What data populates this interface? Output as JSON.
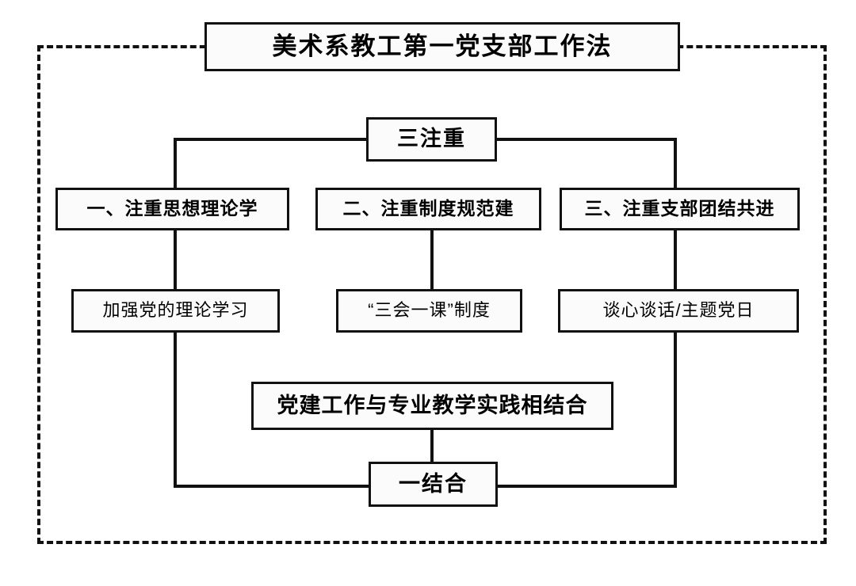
{
  "diagram": {
    "title": "美术系教工第一党支部工作法",
    "frame_style": "dashed",
    "accent_color": "#111111",
    "background_color": "#ffffff",
    "groups": {
      "three_focus": {
        "label": "三注重",
        "pillars": [
          {
            "label": "一、注重思想理论学",
            "detail": "加强党的理论学习"
          },
          {
            "label": "二、注重制度规范建",
            "detail": "“三会一课”制度"
          },
          {
            "label": "三、注重支部团结共进",
            "detail": "谈心谈话/主题党日"
          }
        ]
      },
      "one_combine": {
        "label": "一结合",
        "detail": "党建工作与专业教学实践相结合"
      }
    }
  }
}
